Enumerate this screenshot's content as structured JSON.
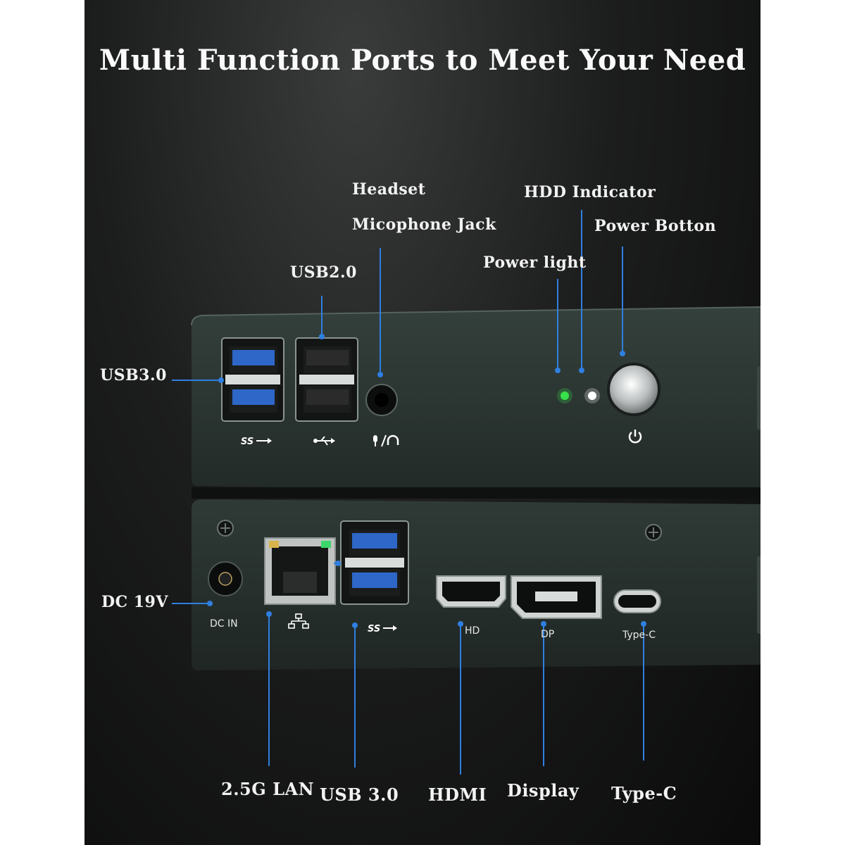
{
  "title": "Multi Function Ports to Meet Your Need",
  "colors": {
    "background": "#0b0b0b",
    "chassis": "#2a3330",
    "callout_line": "#2f7fe0",
    "usb3_blue": "#2e67c8",
    "power_led": "#39e04a",
    "hdd_led": "#ffffff"
  },
  "callouts": {
    "headset": "Headset",
    "microphone": "Micophone Jack",
    "hdd_indicator": "HDD Indicator",
    "power_button": "Power Botton",
    "power_light": "Power light",
    "usb2": "USB2.0",
    "usb3_front": "USB3.0",
    "dc": "DC 19V",
    "lan": "2.5G LAN",
    "usb3_rear": "USB 3.0",
    "hdmi": "HDMI",
    "display": "Display",
    "typec": "Type-C"
  },
  "silkscreen": {
    "ss_usb_front": "SS",
    "ss_usb_rear": "SS",
    "dc_in": "DC IN",
    "hd": "HD",
    "dp": "DP",
    "typec": "Type-C"
  },
  "icons": [
    "usb-superspeed-icon",
    "usb-icon",
    "mic-headphone-icon",
    "power-icon",
    "network-icon"
  ]
}
